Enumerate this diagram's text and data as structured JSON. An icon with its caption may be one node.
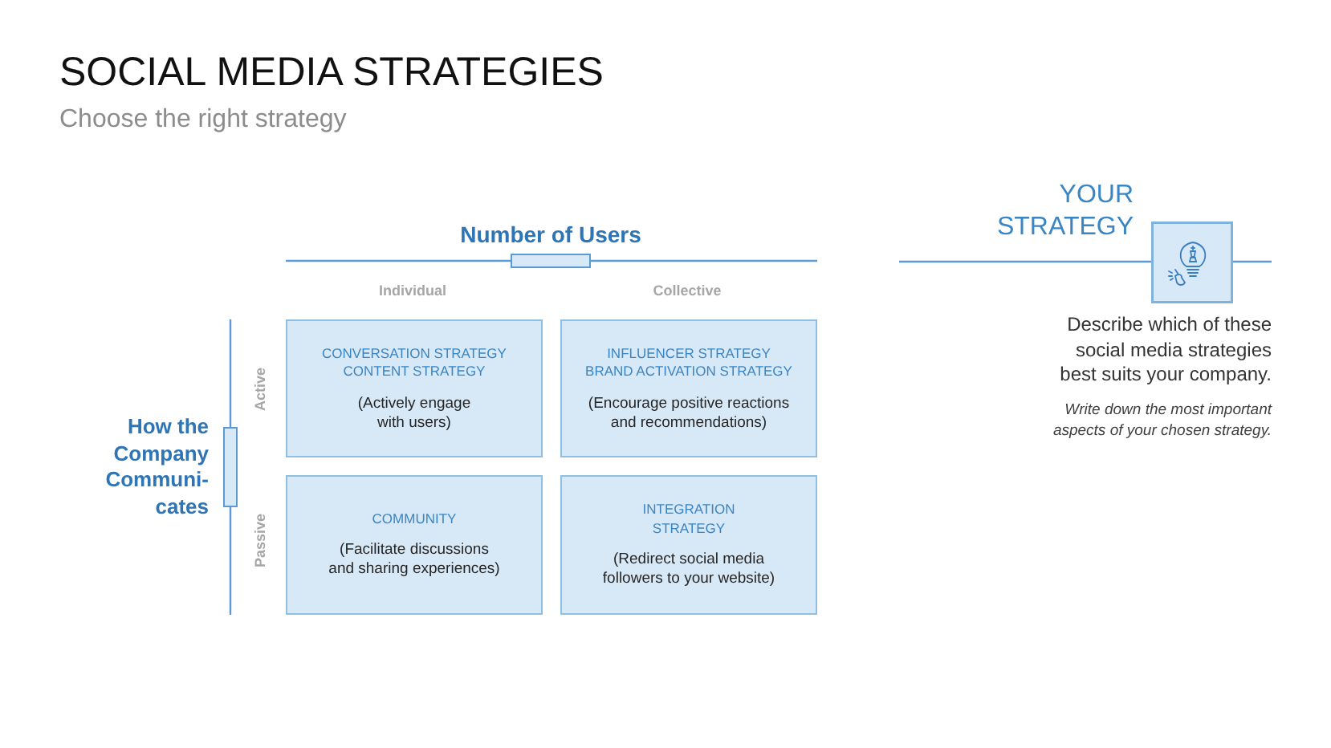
{
  "diagram": {
    "title": "SOCIAL MEDIA STRATEGIES",
    "nodes": [
      {
        "text": [
          "CONVERSATION STRATEGY",
          "CONTENT STRATEGY",
          "(Actively engage with users)"
        ]
      },
      {
        "text": [
          "INFLUENCER STRATEGY",
          "BRAND ACTIVATION STRATEGY",
          "(Encourage positive reactions and recommendations)"
        ]
      },
      {
        "text": [
          "COMMUNITY",
          "(Facilitate discussions and sharing experiences)"
        ]
      },
      {
        "text": [
          "INTEGRATION STRATEGY",
          "(Redirect social media followers to your website)"
        ]
      }
    ],
    "labels": [
      "Choose the right strategy",
      "YOUR STRATEGY",
      "Number of Users",
      "Individual",
      "Collective",
      "Active",
      "How the Company Communi-cates",
      "Passive",
      "Describe which of these social media strategies best suits your company.",
      "Write down the most important aspects of your chosen strategy."
    ]
  }
}
